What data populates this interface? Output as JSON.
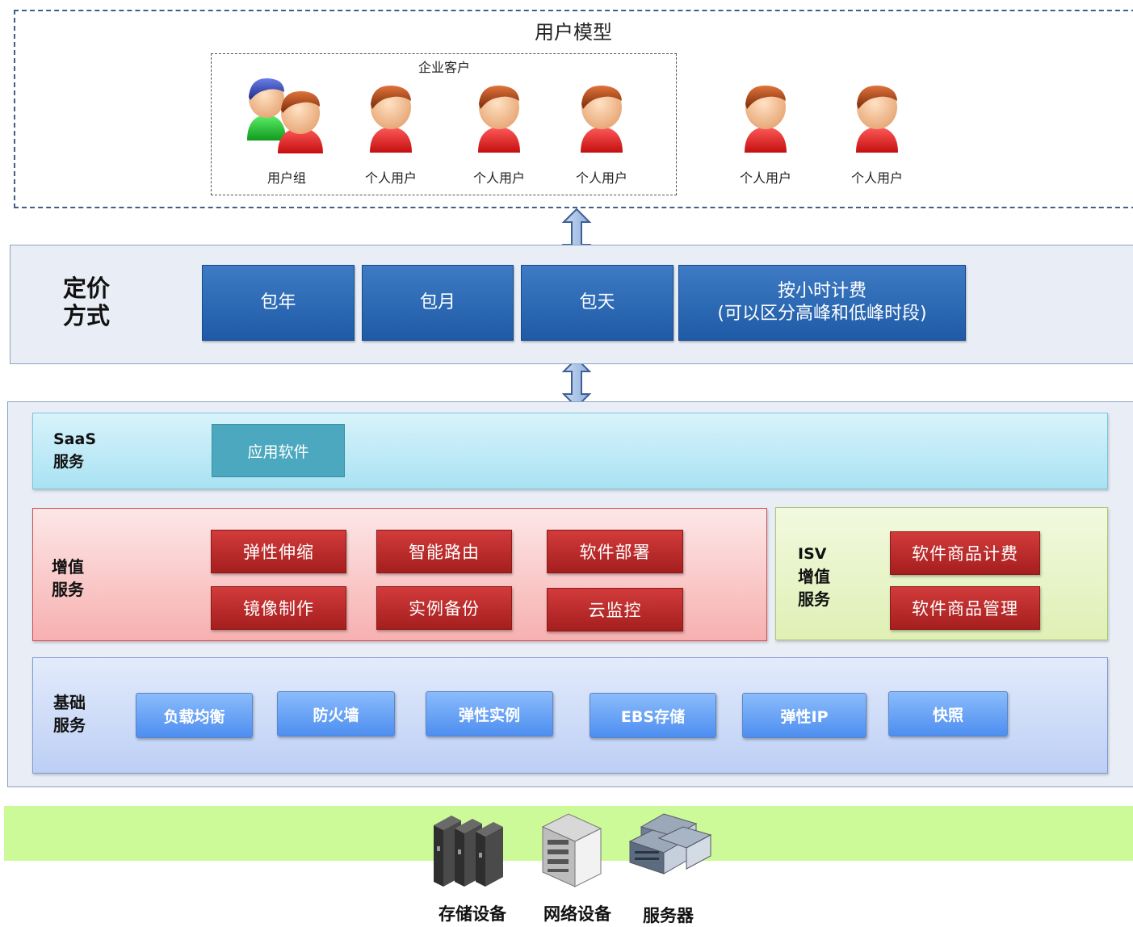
{
  "user_model": {
    "title": "用户模型",
    "enterprise_label": "企业客户",
    "users": [
      {
        "label": "用户组",
        "icon": "user-group-icon"
      },
      {
        "label": "个人用户",
        "icon": "person-icon"
      },
      {
        "label": "个人用户",
        "icon": "person-icon"
      },
      {
        "label": "个人用户",
        "icon": "person-icon"
      },
      {
        "label": "个人用户",
        "icon": "person-icon"
      },
      {
        "label": "个人用户",
        "icon": "person-icon"
      }
    ]
  },
  "pricing": {
    "title_line1": "定价",
    "title_line2": "方式",
    "options": [
      {
        "label": "包年",
        "sub": ""
      },
      {
        "label": "包月",
        "sub": ""
      },
      {
        "label": "包天",
        "sub": ""
      },
      {
        "label": "按小时计费",
        "sub": "(可以区分高峰和低峰时段)"
      }
    ]
  },
  "saas": {
    "title_line1": "SaaS",
    "title_line2": "服务",
    "items": [
      "应用软件"
    ]
  },
  "value_added": {
    "title_line1": "增值",
    "title_line2": "服务",
    "items": [
      "弹性伸缩",
      "智能路由",
      "软件部署",
      "镜像制作",
      "实例备份",
      "云监控"
    ]
  },
  "isv": {
    "title_line1": "ISV",
    "title_line2": "增值",
    "title_line3": "服务",
    "items": [
      "软件商品计费",
      "软件商品管理"
    ]
  },
  "basic": {
    "title_line1": "基础",
    "title_line2": "服务",
    "items": [
      "负载均衡",
      "防火墙",
      "弹性实例",
      "EBS存储",
      "弹性IP",
      "快照"
    ]
  },
  "hardware": {
    "items": [
      {
        "label": "存储设备",
        "icon": "storage-device-icon"
      },
      {
        "label": "网络设备",
        "icon": "network-device-icon"
      },
      {
        "label": "服务器",
        "icon": "server-icon"
      }
    ]
  },
  "colors": {
    "pricing_box": "#2a68b5",
    "saas_layer": "#a9e2f3",
    "value_added_layer": "#f7b0b0",
    "value_added_button": "#b82a2a",
    "isv_layer": "#dff0b5",
    "basic_layer": "#bccff5",
    "basic_button": "#5f9cf4",
    "hardware_band": "#ccfa99"
  }
}
